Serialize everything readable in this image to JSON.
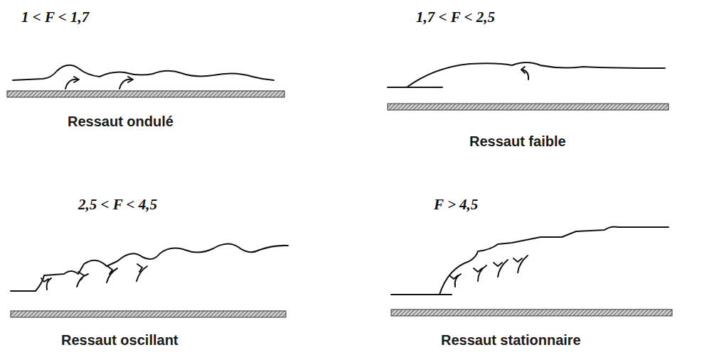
{
  "diagram": {
    "labels": [
      "1 < F < 1,7",
      "Ressaut ondulé",
      "1,7 < F < 2,5",
      "Ressaut faible",
      "2,5 < F < 4,5",
      "Ressaut oscillant",
      "F > 4,5",
      "Ressaut stationnaire"
    ]
  }
}
